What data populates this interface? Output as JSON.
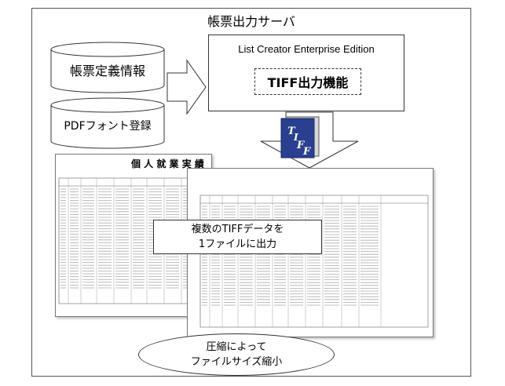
{
  "server": {
    "title": "帳票出力サーバ"
  },
  "cylinders": [
    {
      "label": "帳票定義情報"
    },
    {
      "label": "PDFフォント登録"
    }
  ],
  "product_box": {
    "title": "List Creator Enterprise Edition",
    "feature": "TIFF出力機能"
  },
  "tiff_icon": {
    "letters": [
      "T",
      "I",
      "F",
      "F"
    ],
    "icon": "tiff-file-icon"
  },
  "back_doc": {
    "heading": "個 人 就 業 実 績"
  },
  "callout": {
    "line1": "複数のTIFFデータを",
    "line2": "1ファイルに出力"
  },
  "ellipse": {
    "line1": "圧縮によって",
    "line2": "ファイルサイズ縮小"
  }
}
